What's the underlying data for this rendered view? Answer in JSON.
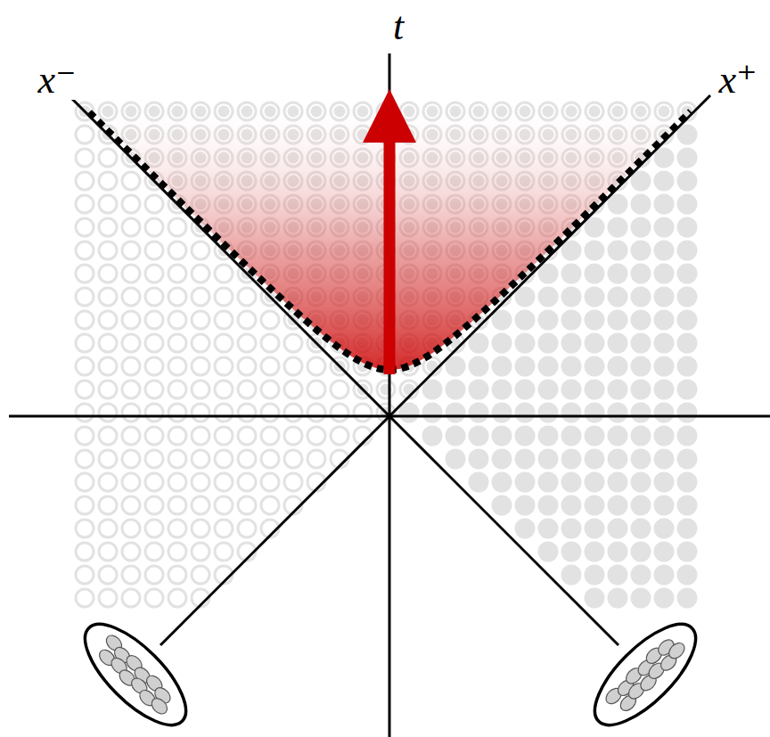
{
  "diagram": {
    "labels": [
      "t",
      "x⁻",
      "x⁺"
    ]
  }
}
